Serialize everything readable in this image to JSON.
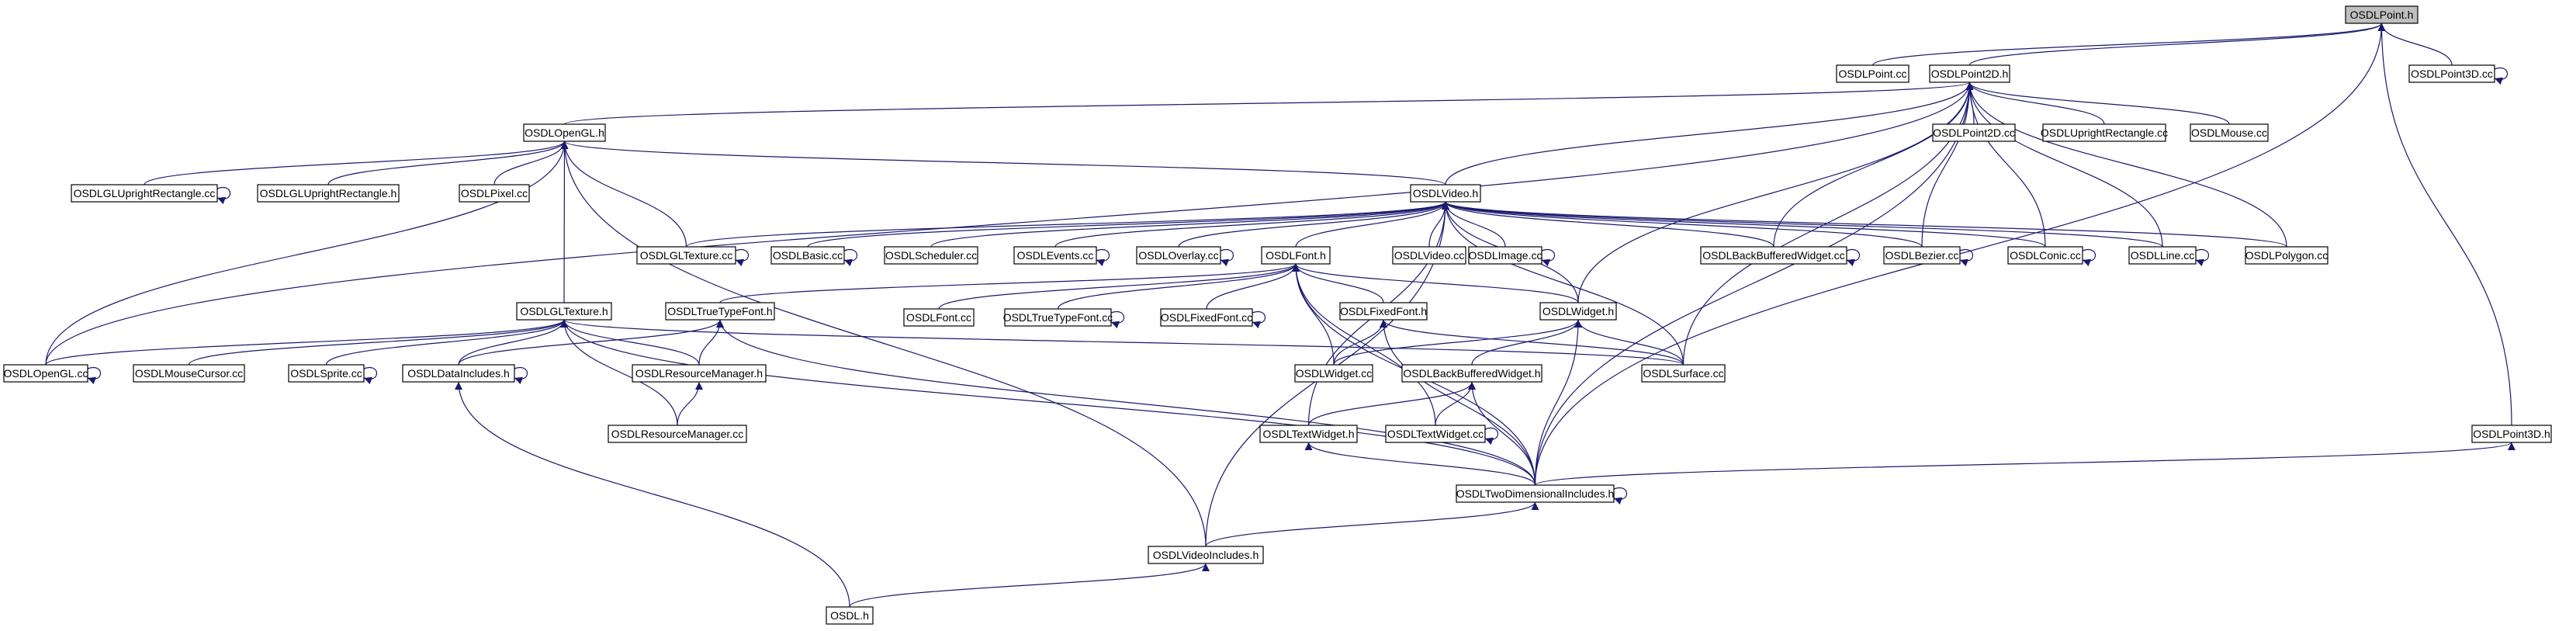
{
  "graph": {
    "root": "OSDLPoint.h",
    "edge_color": "#191970",
    "nodes": [
      {
        "id": "OSDLPoint.h",
        "label": "OSDLPoint.h"
      },
      {
        "id": "OSDLPoint.cc",
        "label": "OSDLPoint.cc"
      },
      {
        "id": "OSDLPoint2D.h",
        "label": "OSDLPoint2D.h"
      },
      {
        "id": "OSDLPoint3D.cc",
        "label": "OSDLPoint3D.cc"
      },
      {
        "id": "OSDLOpenGL.h",
        "label": "OSDLOpenGL.h"
      },
      {
        "id": "OSDLPoint2D.cc",
        "label": "OSDLPoint2D.cc"
      },
      {
        "id": "OSDLUprightRectangle.cc",
        "label": "OSDLUprightRectangle.cc"
      },
      {
        "id": "OSDLMouse.cc",
        "label": "OSDLMouse.cc"
      },
      {
        "id": "OSDLGLUprightRectangle.cc",
        "label": "OSDLGLUprightRectangle.cc"
      },
      {
        "id": "OSDLGLUprightRectangle.h",
        "label": "OSDLGLUprightRectangle.h"
      },
      {
        "id": "OSDLPixel.cc",
        "label": "OSDLPixel.cc"
      },
      {
        "id": "OSDLVideo.h",
        "label": "OSDLVideo.h"
      },
      {
        "id": "OSDLGLTexture.cc",
        "label": "OSDLGLTexture.cc"
      },
      {
        "id": "OSDLBasic.cc",
        "label": "OSDLBasic.cc"
      },
      {
        "id": "OSDLScheduler.cc",
        "label": "OSDLScheduler.cc"
      },
      {
        "id": "OSDLEvents.cc",
        "label": "OSDLEvents.cc"
      },
      {
        "id": "OSDLOverlay.cc",
        "label": "OSDLOverlay.cc"
      },
      {
        "id": "OSDLFont.h",
        "label": "OSDLFont.h"
      },
      {
        "id": "OSDLVideo.cc",
        "label": "OSDLVideo.cc"
      },
      {
        "id": "OSDLImage.cc",
        "label": "OSDLImage.cc"
      },
      {
        "id": "OSDLBackBufferedWidget.cc",
        "label": "OSDLBackBufferedWidget.cc"
      },
      {
        "id": "OSDLBezier.cc",
        "label": "OSDLBezier.cc"
      },
      {
        "id": "OSDLConic.cc",
        "label": "OSDLConic.cc"
      },
      {
        "id": "OSDLLine.cc",
        "label": "OSDLLine.cc"
      },
      {
        "id": "OSDLPolygon.cc",
        "label": "OSDLPolygon.cc"
      },
      {
        "id": "OSDLGLTexture.h",
        "label": "OSDLGLTexture.h"
      },
      {
        "id": "OSDLTrueTypeFont.h",
        "label": "OSDLTrueTypeFont.h"
      },
      {
        "id": "OSDLFont.cc",
        "label": "OSDLFont.cc"
      },
      {
        "id": "OSDLTrueTypeFont.cc",
        "label": "OSDLTrueTypeFont.cc"
      },
      {
        "id": "OSDLFixedFont.cc",
        "label": "OSDLFixedFont.cc"
      },
      {
        "id": "OSDLFixedFont.h",
        "label": "OSDLFixedFont.h"
      },
      {
        "id": "OSDLWidget.h",
        "label": "OSDLWidget.h"
      },
      {
        "id": "OSDLOpenGL.cc",
        "label": "OSDLOpenGL.cc"
      },
      {
        "id": "OSDLMouseCursor.cc",
        "label": "OSDLMouseCursor.cc"
      },
      {
        "id": "OSDLSprite.cc",
        "label": "OSDLSprite.cc"
      },
      {
        "id": "OSDLDataIncludes.h",
        "label": "OSDLDataIncludes.h"
      },
      {
        "id": "OSDLResourceManager.h",
        "label": "OSDLResourceManager.h"
      },
      {
        "id": "OSDLWidget.cc",
        "label": "OSDLWidget.cc"
      },
      {
        "id": "OSDLBackBufferedWidget.h",
        "label": "OSDLBackBufferedWidget.h"
      },
      {
        "id": "OSDLSurface.cc",
        "label": "OSDLSurface.cc"
      },
      {
        "id": "OSDLResourceManager.cc",
        "label": "OSDLResourceManager.cc"
      },
      {
        "id": "OSDLTextWidget.h",
        "label": "OSDLTextWidget.h"
      },
      {
        "id": "OSDLTextWidget.cc",
        "label": "OSDLTextWidget.cc"
      },
      {
        "id": "OSDLPoint3D.h",
        "label": "OSDLPoint3D.h"
      },
      {
        "id": "OSDLTwoDimensionalIncludes.h",
        "label": "OSDLTwoDimensionalIncludes.h"
      },
      {
        "id": "OSDLVideoIncludes.h",
        "label": "OSDLVideoIncludes.h"
      },
      {
        "id": "OSDL.h",
        "label": "OSDL.h"
      }
    ],
    "edges": [
      {
        "from": "OSDLPoint.h",
        "to": "OSDLPoint.cc"
      },
      {
        "from": "OSDLPoint.h",
        "to": "OSDLPoint2D.h"
      },
      {
        "from": "OSDLPoint.h",
        "to": "OSDLPoint3D.cc"
      },
      {
        "from": "OSDLPoint.h",
        "to": "OSDLPoint3D.h"
      },
      {
        "from": "OSDLPoint.h",
        "to": "OSDLTwoDimensionalIncludes.h"
      },
      {
        "from": "OSDLPoint3D.cc",
        "to": "OSDLPoint3D.cc"
      },
      {
        "from": "OSDLPoint2D.h",
        "to": "OSDLOpenGL.h"
      },
      {
        "from": "OSDLPoint2D.h",
        "to": "OSDLPoint2D.cc"
      },
      {
        "from": "OSDLPoint2D.h",
        "to": "OSDLUprightRectangle.cc"
      },
      {
        "from": "OSDLPoint2D.h",
        "to": "OSDLMouse.cc"
      },
      {
        "from": "OSDLPoint2D.h",
        "to": "OSDLVideo.h"
      },
      {
        "from": "OSDLPoint2D.h",
        "to": "OSDLBackBufferedWidget.cc"
      },
      {
        "from": "OSDLPoint2D.h",
        "to": "OSDLBezier.cc"
      },
      {
        "from": "OSDLPoint2D.h",
        "to": "OSDLConic.cc"
      },
      {
        "from": "OSDLPoint2D.h",
        "to": "OSDLLine.cc"
      },
      {
        "from": "OSDLPoint2D.h",
        "to": "OSDLPolygon.cc"
      },
      {
        "from": "OSDLPoint2D.h",
        "to": "OSDLWidget.h"
      },
      {
        "from": "OSDLPoint2D.h",
        "to": "OSDLSurface.cc"
      },
      {
        "from": "OSDLPoint2D.h",
        "to": "OSDLTwoDimensionalIncludes.h"
      },
      {
        "from": "OSDLPoint2D.h",
        "to": "OSDLOpenGL.cc"
      },
      {
        "from": "OSDLOpenGL.h",
        "to": "OSDLGLUprightRectangle.cc"
      },
      {
        "from": "OSDLOpenGL.h",
        "to": "OSDLGLUprightRectangle.h"
      },
      {
        "from": "OSDLOpenGL.h",
        "to": "OSDLPixel.cc"
      },
      {
        "from": "OSDLOpenGL.h",
        "to": "OSDLVideo.h"
      },
      {
        "from": "OSDLOpenGL.h",
        "to": "OSDLGLTexture.cc"
      },
      {
        "from": "OSDLOpenGL.h",
        "to": "OSDLGLTexture.h"
      },
      {
        "from": "OSDLOpenGL.h",
        "to": "OSDLOpenGL.cc"
      },
      {
        "from": "OSDLOpenGL.h",
        "to": "OSDLVideoIncludes.h"
      },
      {
        "from": "OSDLGLUprightRectangle.cc",
        "to": "OSDLGLUprightRectangle.cc"
      },
      {
        "from": "OSDLVideo.h",
        "to": "OSDLGLTexture.cc"
      },
      {
        "from": "OSDLVideo.h",
        "to": "OSDLBasic.cc"
      },
      {
        "from": "OSDLVideo.h",
        "to": "OSDLScheduler.cc"
      },
      {
        "from": "OSDLVideo.h",
        "to": "OSDLEvents.cc"
      },
      {
        "from": "OSDLVideo.h",
        "to": "OSDLOverlay.cc"
      },
      {
        "from": "OSDLVideo.h",
        "to": "OSDLFont.h"
      },
      {
        "from": "OSDLVideo.h",
        "to": "OSDLVideo.cc"
      },
      {
        "from": "OSDLVideo.h",
        "to": "OSDLImage.cc"
      },
      {
        "from": "OSDLVideo.h",
        "to": "OSDLBackBufferedWidget.cc"
      },
      {
        "from": "OSDLVideo.h",
        "to": "OSDLBezier.cc"
      },
      {
        "from": "OSDLVideo.h",
        "to": "OSDLConic.cc"
      },
      {
        "from": "OSDLVideo.h",
        "to": "OSDLLine.cc"
      },
      {
        "from": "OSDLVideo.h",
        "to": "OSDLPolygon.cc"
      },
      {
        "from": "OSDLVideo.h",
        "to": "OSDLWidget.h"
      },
      {
        "from": "OSDLVideo.h",
        "to": "OSDLSurface.cc"
      },
      {
        "from": "OSDLVideo.h",
        "to": "OSDLVideoIncludes.h"
      },
      {
        "from": "OSDLVideo.h",
        "to": "OSDLTextWidget.h"
      },
      {
        "from": "OSDLGLTexture.cc",
        "to": "OSDLGLTexture.cc"
      },
      {
        "from": "OSDLBasic.cc",
        "to": "OSDLBasic.cc"
      },
      {
        "from": "OSDLEvents.cc",
        "to": "OSDLEvents.cc"
      },
      {
        "from": "OSDLOverlay.cc",
        "to": "OSDLOverlay.cc"
      },
      {
        "from": "OSDLImage.cc",
        "to": "OSDLImage.cc"
      },
      {
        "from": "OSDLBackBufferedWidget.cc",
        "to": "OSDLBackBufferedWidget.cc"
      },
      {
        "from": "OSDLBezier.cc",
        "to": "OSDLBezier.cc"
      },
      {
        "from": "OSDLConic.cc",
        "to": "OSDLConic.cc"
      },
      {
        "from": "OSDLLine.cc",
        "to": "OSDLLine.cc"
      },
      {
        "from": "OSDLFont.h",
        "to": "OSDLTrueTypeFont.h"
      },
      {
        "from": "OSDLFont.h",
        "to": "OSDLFont.cc"
      },
      {
        "from": "OSDLFont.h",
        "to": "OSDLTrueTypeFont.cc"
      },
      {
        "from": "OSDLFont.h",
        "to": "OSDLFixedFont.cc"
      },
      {
        "from": "OSDLFont.h",
        "to": "OSDLFixedFont.h"
      },
      {
        "from": "OSDLFont.h",
        "to": "OSDLWidget.h"
      },
      {
        "from": "OSDLFont.h",
        "to": "OSDLWidget.cc"
      },
      {
        "from": "OSDLFont.h",
        "to": "OSDLTextWidget.cc"
      },
      {
        "from": "OSDLFont.h",
        "to": "OSDLTwoDimensionalIncludes.h"
      },
      {
        "from": "OSDLTrueTypeFont.cc",
        "to": "OSDLTrueTypeFont.cc"
      },
      {
        "from": "OSDLFixedFont.cc",
        "to": "OSDLFixedFont.cc"
      },
      {
        "from": "OSDLGLTexture.h",
        "to": "OSDLOpenGL.cc"
      },
      {
        "from": "OSDLGLTexture.h",
        "to": "OSDLMouseCursor.cc"
      },
      {
        "from": "OSDLGLTexture.h",
        "to": "OSDLSprite.cc"
      },
      {
        "from": "OSDLGLTexture.h",
        "to": "OSDLDataIncludes.h"
      },
      {
        "from": "OSDLGLTexture.h",
        "to": "OSDLResourceManager.h"
      },
      {
        "from": "OSDLGLTexture.h",
        "to": "OSDLResourceManager.cc"
      },
      {
        "from": "OSDLGLTexture.h",
        "to": "OSDLSurface.cc"
      },
      {
        "from": "OSDLGLTexture.h",
        "to": "OSDLTwoDimensionalIncludes.h"
      },
      {
        "from": "OSDLTrueTypeFont.h",
        "to": "OSDLResourceManager.h"
      },
      {
        "from": "OSDLTrueTypeFont.h",
        "to": "OSDLDataIncludes.h"
      },
      {
        "from": "OSDLTrueTypeFont.h",
        "to": "OSDLTwoDimensionalIncludes.h"
      },
      {
        "from": "OSDLFixedFont.h",
        "to": "OSDLWidget.cc"
      },
      {
        "from": "OSDLFixedFont.h",
        "to": "OSDLSurface.cc"
      },
      {
        "from": "OSDLFixedFont.h",
        "to": "OSDLTwoDimensionalIncludes.h"
      },
      {
        "from": "OSDLWidget.h",
        "to": "OSDLWidget.cc"
      },
      {
        "from": "OSDLWidget.h",
        "to": "OSDLBackBufferedWidget.h"
      },
      {
        "from": "OSDLWidget.h",
        "to": "OSDLSurface.cc"
      },
      {
        "from": "OSDLWidget.h",
        "to": "OSDLTwoDimensionalIncludes.h"
      },
      {
        "from": "OSDLOpenGL.cc",
        "to": "OSDLOpenGL.cc"
      },
      {
        "from": "OSDLSprite.cc",
        "to": "OSDLSprite.cc"
      },
      {
        "from": "OSDLDataIncludes.h",
        "to": "OSDLDataIncludes.h"
      },
      {
        "from": "OSDLDataIncludes.h",
        "to": "OSDL.h"
      },
      {
        "from": "OSDLResourceManager.h",
        "to": "OSDLResourceManager.cc"
      },
      {
        "from": "OSDLBackBufferedWidget.h",
        "to": "OSDLTextWidget.h"
      },
      {
        "from": "OSDLBackBufferedWidget.h",
        "to": "OSDLTextWidget.cc"
      },
      {
        "from": "OSDLBackBufferedWidget.h",
        "to": "OSDLTwoDimensionalIncludes.h"
      },
      {
        "from": "OSDLTextWidget.h",
        "to": "OSDLTwoDimensionalIncludes.h"
      },
      {
        "from": "OSDLTextWidget.cc",
        "to": "OSDLTextWidget.cc"
      },
      {
        "from": "OSDLPoint3D.h",
        "to": "OSDLTwoDimensionalIncludes.h"
      },
      {
        "from": "OSDLTwoDimensionalIncludes.h",
        "to": "OSDLTwoDimensionalIncludes.h"
      },
      {
        "from": "OSDLTwoDimensionalIncludes.h",
        "to": "OSDLVideoIncludes.h"
      },
      {
        "from": "OSDLVideoIncludes.h",
        "to": "OSDL.h"
      }
    ]
  }
}
